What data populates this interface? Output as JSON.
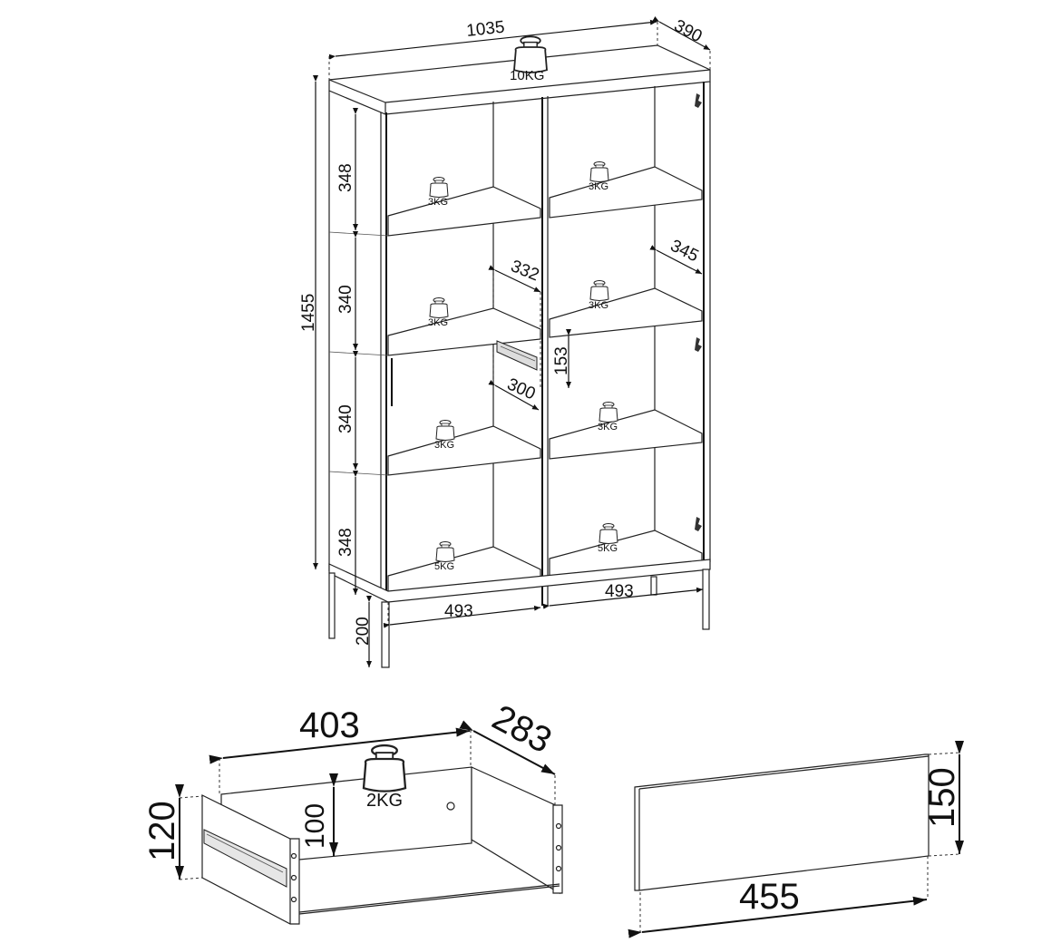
{
  "cabinet": {
    "width": "1035",
    "depth": "390",
    "height": "1455",
    "top_load": "10KG",
    "shelf_heights": [
      "348",
      "340",
      "340",
      "348"
    ],
    "leg_height": "200",
    "compartment_widths": [
      "493",
      "493"
    ],
    "inner_depth_left": "332",
    "inner_depth_right": "345",
    "drawer_slide_depth": "300",
    "drawer_gap": "153",
    "shelf_loads_left": [
      "3KG",
      "3KG",
      "3KG",
      "5KG"
    ],
    "shelf_loads_right": [
      "3KG",
      "3KG",
      "3KG",
      "5KG"
    ]
  },
  "drawer": {
    "width": "403",
    "depth": "283",
    "height": "120",
    "inner_height": "100",
    "load": "2KG"
  },
  "drawer_front": {
    "width": "455",
    "height": "150"
  }
}
